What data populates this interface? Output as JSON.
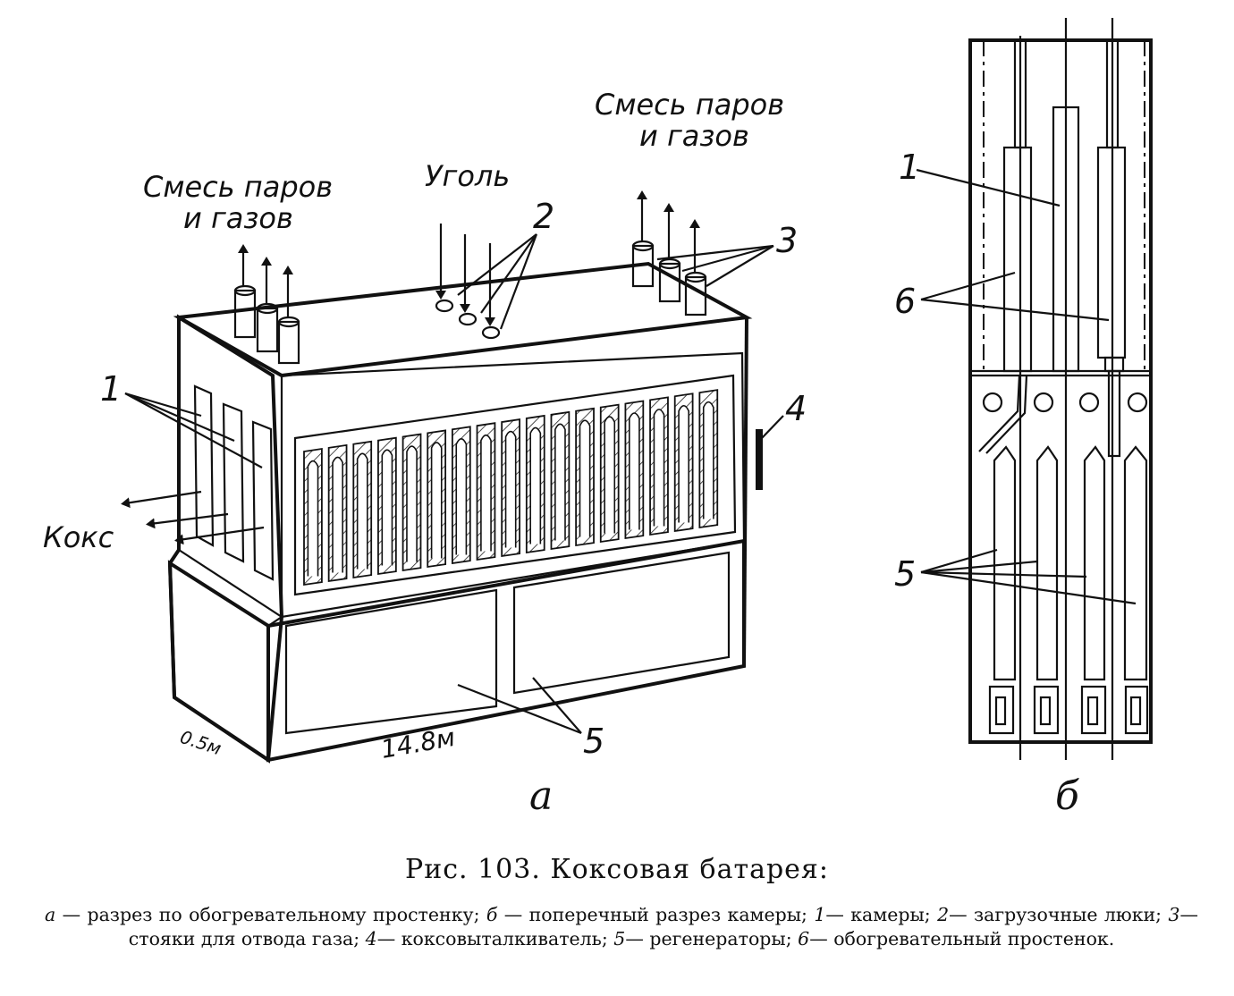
{
  "figure_a": {
    "label_mix_left_1": "Смесь паров",
    "label_mix_left_2": "и газов",
    "label_coal": "Уголь",
    "label_mix_right_1": "Смесь паров",
    "label_mix_right_2": "и газов",
    "label_coke": "Кокс",
    "num_1": "1",
    "num_2": "2",
    "num_3": "3",
    "num_4": "4",
    "num_5": "5",
    "dim_left": "0.5м",
    "dim_bottom": "14.8м",
    "sublabel": "а"
  },
  "figure_b": {
    "num_1": "1",
    "num_6": "6",
    "num_5": "5",
    "sublabel": "б"
  },
  "caption": {
    "title": "Рис. 103. Коксовая батарея:",
    "legend": [
      {
        "key": "а",
        "text": " — разрез по обогревательному простенку; "
      },
      {
        "key": "б",
        "text": " — поперечный разрез камеры; "
      },
      {
        "key": "1",
        "text": "— камеры; "
      },
      {
        "key": "2",
        "text": "— загрузочные люки; "
      },
      {
        "key": "3",
        "text": "— стояки для отвода газа; "
      },
      {
        "key": "4",
        "text": "— коксовыталкиватель; "
      },
      {
        "key": "5",
        "text": "— регенераторы; "
      },
      {
        "key": "6",
        "text": "— обогревательный простенок."
      }
    ]
  }
}
